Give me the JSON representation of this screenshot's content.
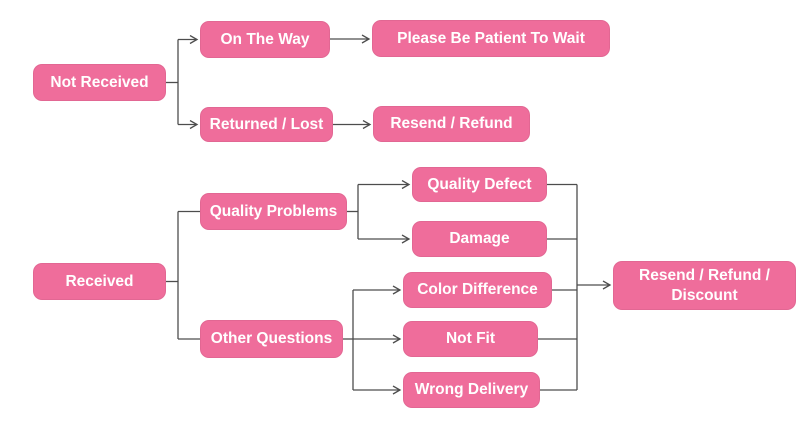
{
  "colors": {
    "node_fill": "#EF6D9B",
    "node_text": "#FFFFFF",
    "connector": "#4D4D4D",
    "background": "#FFFFFF"
  },
  "nodes": {
    "not_received": "Not Received",
    "on_the_way": "On The Way",
    "please_be_patient": "Please Be Patient To Wait",
    "returned_lost": "Returned / Lost",
    "resend_refund": "Resend / Refund",
    "received": "Received",
    "quality_problems": "Quality Problems",
    "other_questions": "Other Questions",
    "quality_defect": "Quality Defect",
    "damage": "Damage",
    "color_difference": "Color Difference",
    "not_fit": "Not Fit",
    "wrong_delivery": "Wrong Delivery",
    "resend_refund_discount": "Resend / Refund / Discount"
  },
  "edges": [
    {
      "from": "Not Received",
      "to": "On The Way",
      "arrow": true
    },
    {
      "from": "Not Received",
      "to": "Returned / Lost",
      "arrow": true
    },
    {
      "from": "On The Way",
      "to": "Please Be Patient To Wait",
      "arrow": true
    },
    {
      "from": "Returned / Lost",
      "to": "Resend / Refund",
      "arrow": true
    },
    {
      "from": "Received",
      "to": "Quality Problems",
      "arrow": false
    },
    {
      "from": "Received",
      "to": "Other Questions",
      "arrow": false
    },
    {
      "from": "Quality Problems",
      "to": "Quality Defect",
      "arrow": true
    },
    {
      "from": "Quality Problems",
      "to": "Damage",
      "arrow": true
    },
    {
      "from": "Other Questions",
      "to": "Color Difference",
      "arrow": true
    },
    {
      "from": "Other Questions",
      "to": "Not Fit",
      "arrow": true
    },
    {
      "from": "Other Questions",
      "to": "Wrong Delivery",
      "arrow": true
    },
    {
      "from": "Quality Defect",
      "to": "Resend / Refund / Discount",
      "arrow": true
    },
    {
      "from": "Damage",
      "to": "Resend / Refund / Discount",
      "arrow": true
    },
    {
      "from": "Color Difference",
      "to": "Resend / Refund / Discount",
      "arrow": true
    },
    {
      "from": "Not Fit",
      "to": "Resend / Refund / Discount",
      "arrow": true
    },
    {
      "from": "Wrong Delivery",
      "to": "Resend / Refund / Discount",
      "arrow": true
    }
  ]
}
